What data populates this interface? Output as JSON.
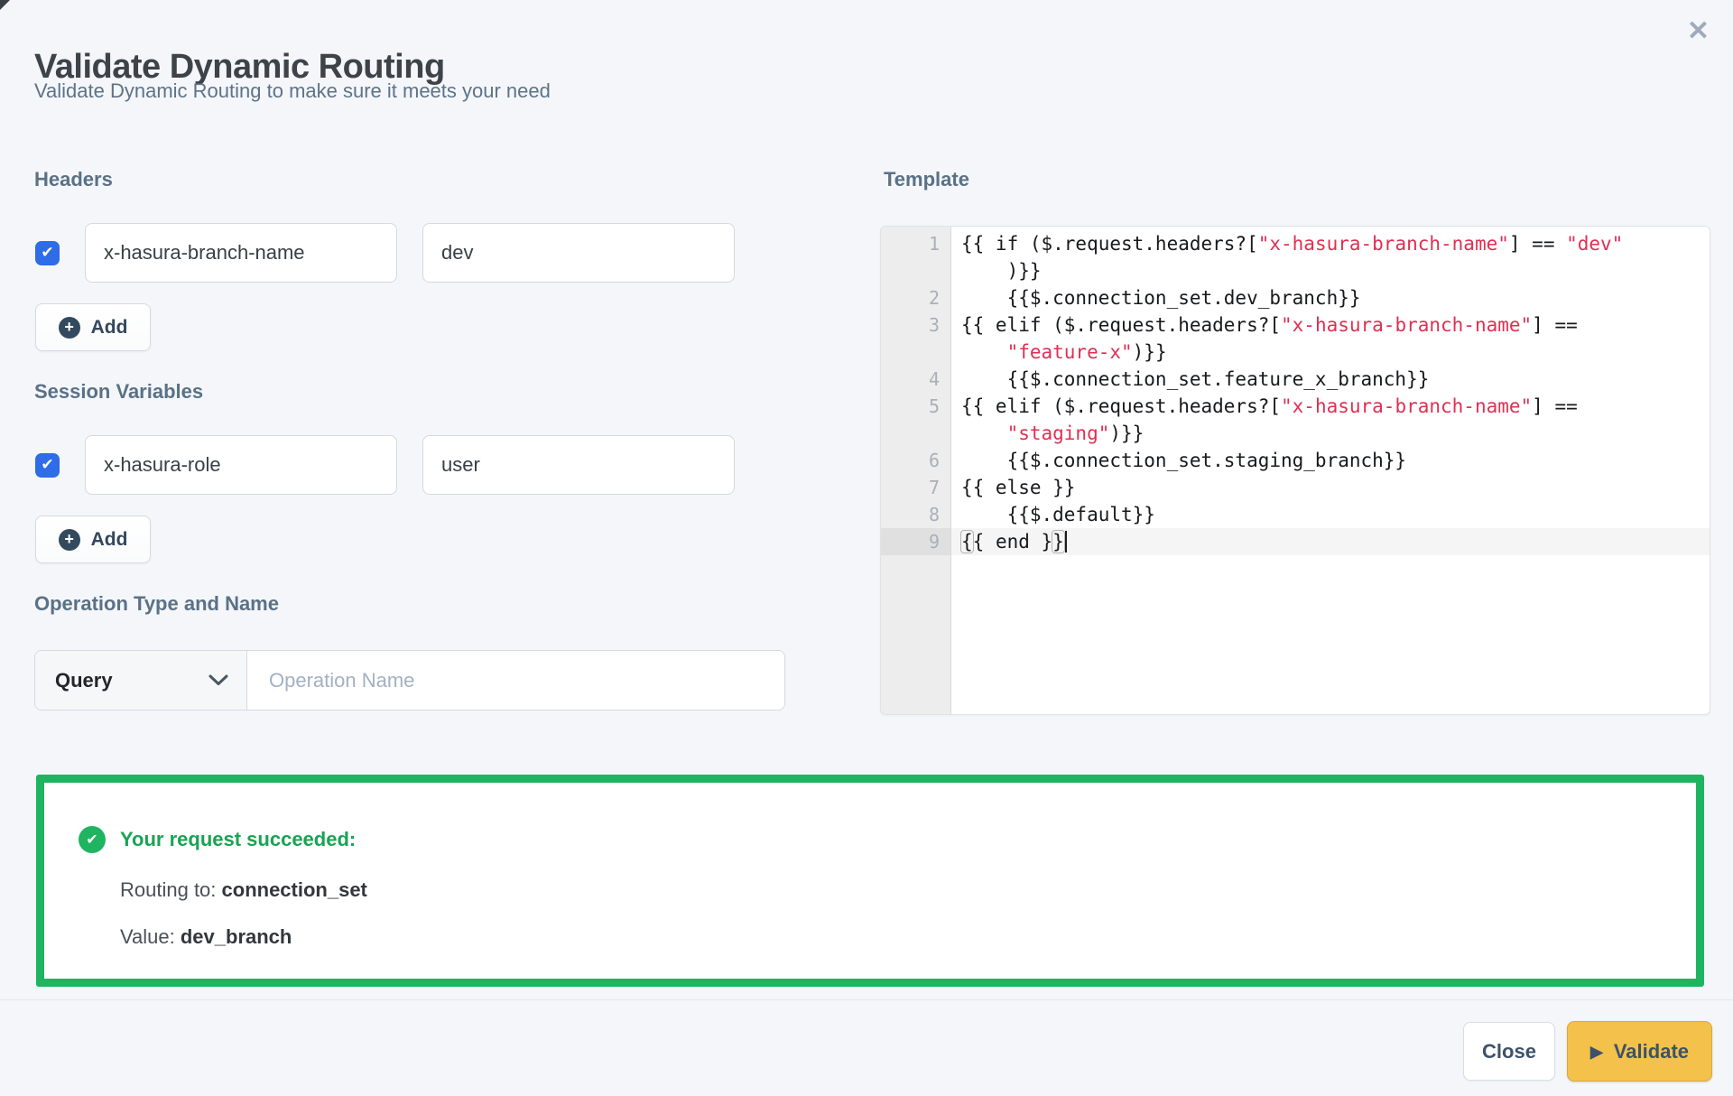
{
  "colors": {
    "accent_blue": "#2e6ce8",
    "success_green": "#1fb45f",
    "success_green_text": "#18a453",
    "validate_amber": "#f4c14b",
    "validate_amber_border": "#d8a844",
    "code_string_red": "#e02f52",
    "heading_slate": "#5a7186",
    "dark_navy": "#33475e"
  },
  "icons": {
    "close": "✕",
    "checkbox_check": "✔",
    "add_plus": "+",
    "success_check": "✔",
    "validate_play": "▶"
  },
  "modal": {
    "title": "Validate Dynamic Routing",
    "subtitle": "Validate Dynamic Routing to make sure it meets your need"
  },
  "headers_section": {
    "label": "Headers",
    "rows": [
      {
        "enabled": true,
        "key": "x-hasura-branch-name",
        "value": "dev"
      }
    ],
    "add_label": "Add"
  },
  "session_variables_section": {
    "label": "Session Variables",
    "rows": [
      {
        "enabled": true,
        "key": "x-hasura-role",
        "value": "user"
      }
    ],
    "add_label": "Add"
  },
  "operation_section": {
    "label": "Operation Type and Name",
    "type_selected": "Query",
    "name_value": "",
    "name_placeholder": "Operation Name"
  },
  "template_section": {
    "label": "Template",
    "code_rows": [
      {
        "num": "1",
        "segments": [
          {
            "t": "{{ if ($.request.headers?[",
            "c": "plain"
          },
          {
            "t": "\"x-hasura-branch-name\"",
            "c": "string"
          },
          {
            "t": "] == ",
            "c": "plain"
          },
          {
            "t": "\"dev\"",
            "c": "string"
          }
        ]
      },
      {
        "num": "",
        "segments": [
          {
            "t": "    )}}",
            "c": "plain"
          }
        ]
      },
      {
        "num": "2",
        "segments": [
          {
            "t": "    {{$.connection_set.dev_branch}}",
            "c": "plain"
          }
        ]
      },
      {
        "num": "3",
        "segments": [
          {
            "t": "{{ elif ($.request.headers?[",
            "c": "plain"
          },
          {
            "t": "\"x-hasura-branch-name\"",
            "c": "string"
          },
          {
            "t": "] ==",
            "c": "plain"
          }
        ]
      },
      {
        "num": "",
        "segments": [
          {
            "t": "    ",
            "c": "plain"
          },
          {
            "t": "\"feature-x\"",
            "c": "string"
          },
          {
            "t": ")}}",
            "c": "plain"
          }
        ]
      },
      {
        "num": "4",
        "segments": [
          {
            "t": "    {{$.connection_set.feature_x_branch}}",
            "c": "plain"
          }
        ]
      },
      {
        "num": "5",
        "segments": [
          {
            "t": "{{ elif ($.request.headers?[",
            "c": "plain"
          },
          {
            "t": "\"x-hasura-branch-name\"",
            "c": "string"
          },
          {
            "t": "] ==",
            "c": "plain"
          }
        ]
      },
      {
        "num": "",
        "segments": [
          {
            "t": "    ",
            "c": "plain"
          },
          {
            "t": "\"staging\"",
            "c": "string"
          },
          {
            "t": ")}}",
            "c": "plain"
          }
        ]
      },
      {
        "num": "6",
        "segments": [
          {
            "t": "    {{$.connection_set.staging_branch}}",
            "c": "plain"
          }
        ]
      },
      {
        "num": "7",
        "segments": [
          {
            "t": "{{ else }}",
            "c": "plain"
          }
        ]
      },
      {
        "num": "8",
        "segments": [
          {
            "t": "    {{$.default}}",
            "c": "plain"
          }
        ]
      },
      {
        "num": "9",
        "active": true,
        "cursor": true,
        "segments": [
          {
            "t": "{",
            "c": "bracket"
          },
          {
            "t": "{ end }",
            "c": "plain"
          },
          {
            "t": "}",
            "c": "bracket"
          }
        ]
      }
    ]
  },
  "result_box": {
    "status": "success",
    "heading": "Your request succeeded:",
    "lines": [
      {
        "label": "Routing to: ",
        "value": "connection_set"
      },
      {
        "label": "Value: ",
        "value": "dev_branch"
      }
    ]
  },
  "footer": {
    "close_label": "Close",
    "validate_label": "Validate"
  }
}
